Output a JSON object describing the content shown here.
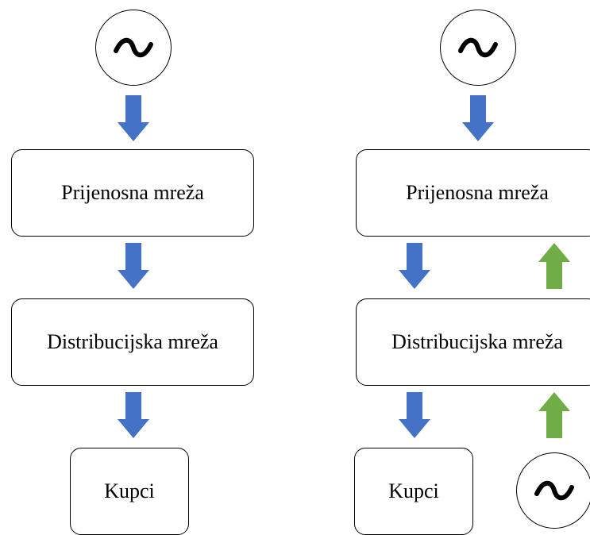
{
  "colors": {
    "down_arrow": "#4472C4",
    "up_arrow": "#70AD47",
    "border": "#000000"
  },
  "icons": {
    "generator": "sine-wave-icon",
    "flow_down": "arrow-down-icon",
    "flow_up": "arrow-up-icon"
  },
  "left_diagram": {
    "transmission_label": "Prijenosna mreža",
    "distribution_label": "Distribucijska mreža",
    "customers_label": "Kupci"
  },
  "right_diagram": {
    "transmission_label": "Prijenosna mreža",
    "distribution_label": "Distribucijska mreža",
    "customers_label": "Kupci"
  }
}
